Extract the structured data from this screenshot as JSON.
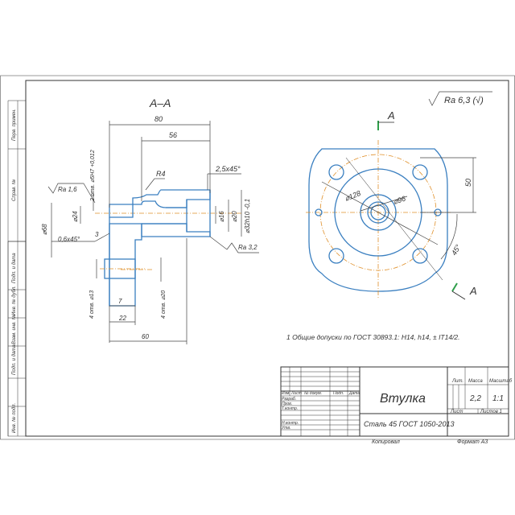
{
  "section_title": "А–А",
  "view_label": "А",
  "roughness_general": "Ra 6,3 (√)",
  "side_labels": [
    "Инв. № подл.",
    "Подп. и дата",
    "Взам. инв. №",
    "Инв. № дубл.",
    "Подп. и дата",
    "Справ. №",
    "Перв. примен."
  ],
  "dims": {
    "d80": "80",
    "d56": "56",
    "r4": "R4",
    "chamfer_top": "2,5х45°",
    "ra16": "Ra 1,6",
    "holes_top": "2 отв. ⌀5Н7 +0,012",
    "d24": "⌀24",
    "d68": "⌀68",
    "chamfer_bot": "0,6х45°",
    "d3": "3",
    "d16": "⌀16",
    "d20": "⌀20",
    "d32": "⌀32h10 -0,1",
    "ra32": "Ra 3,2",
    "holes_bot": "4 отв. ⌀13",
    "holes_bot2": "4 отв. ⌀20",
    "d7": "7",
    "d22": "22",
    "d60": "60",
    "d128": "⌀128",
    "d96": "⌀96",
    "d50": "50",
    "d45": "45°"
  },
  "note": "1 Общие допуски по ГОСТ 30893.1: Н14, h14, ± IT14/2.",
  "title_block": {
    "name": "Втулка",
    "material": "Сталь 45 ГОСТ 1050-2013",
    "col_lit": "Лит.",
    "col_mass": "Масса",
    "col_scale": "Масштаб",
    "mass": "2,2",
    "scale": "1:1",
    "sheet": "Лист",
    "sheets": "Листов 1",
    "rows": [
      "Изм.",
      "Лист",
      "№ докум.",
      "Подп.",
      "Дата"
    ],
    "roles": [
      "Разраб.",
      "Пров.",
      "Т.контр.",
      "",
      "Н.контр.",
      "Утв."
    ],
    "copied": "Копировал",
    "format": "Формат А3"
  }
}
